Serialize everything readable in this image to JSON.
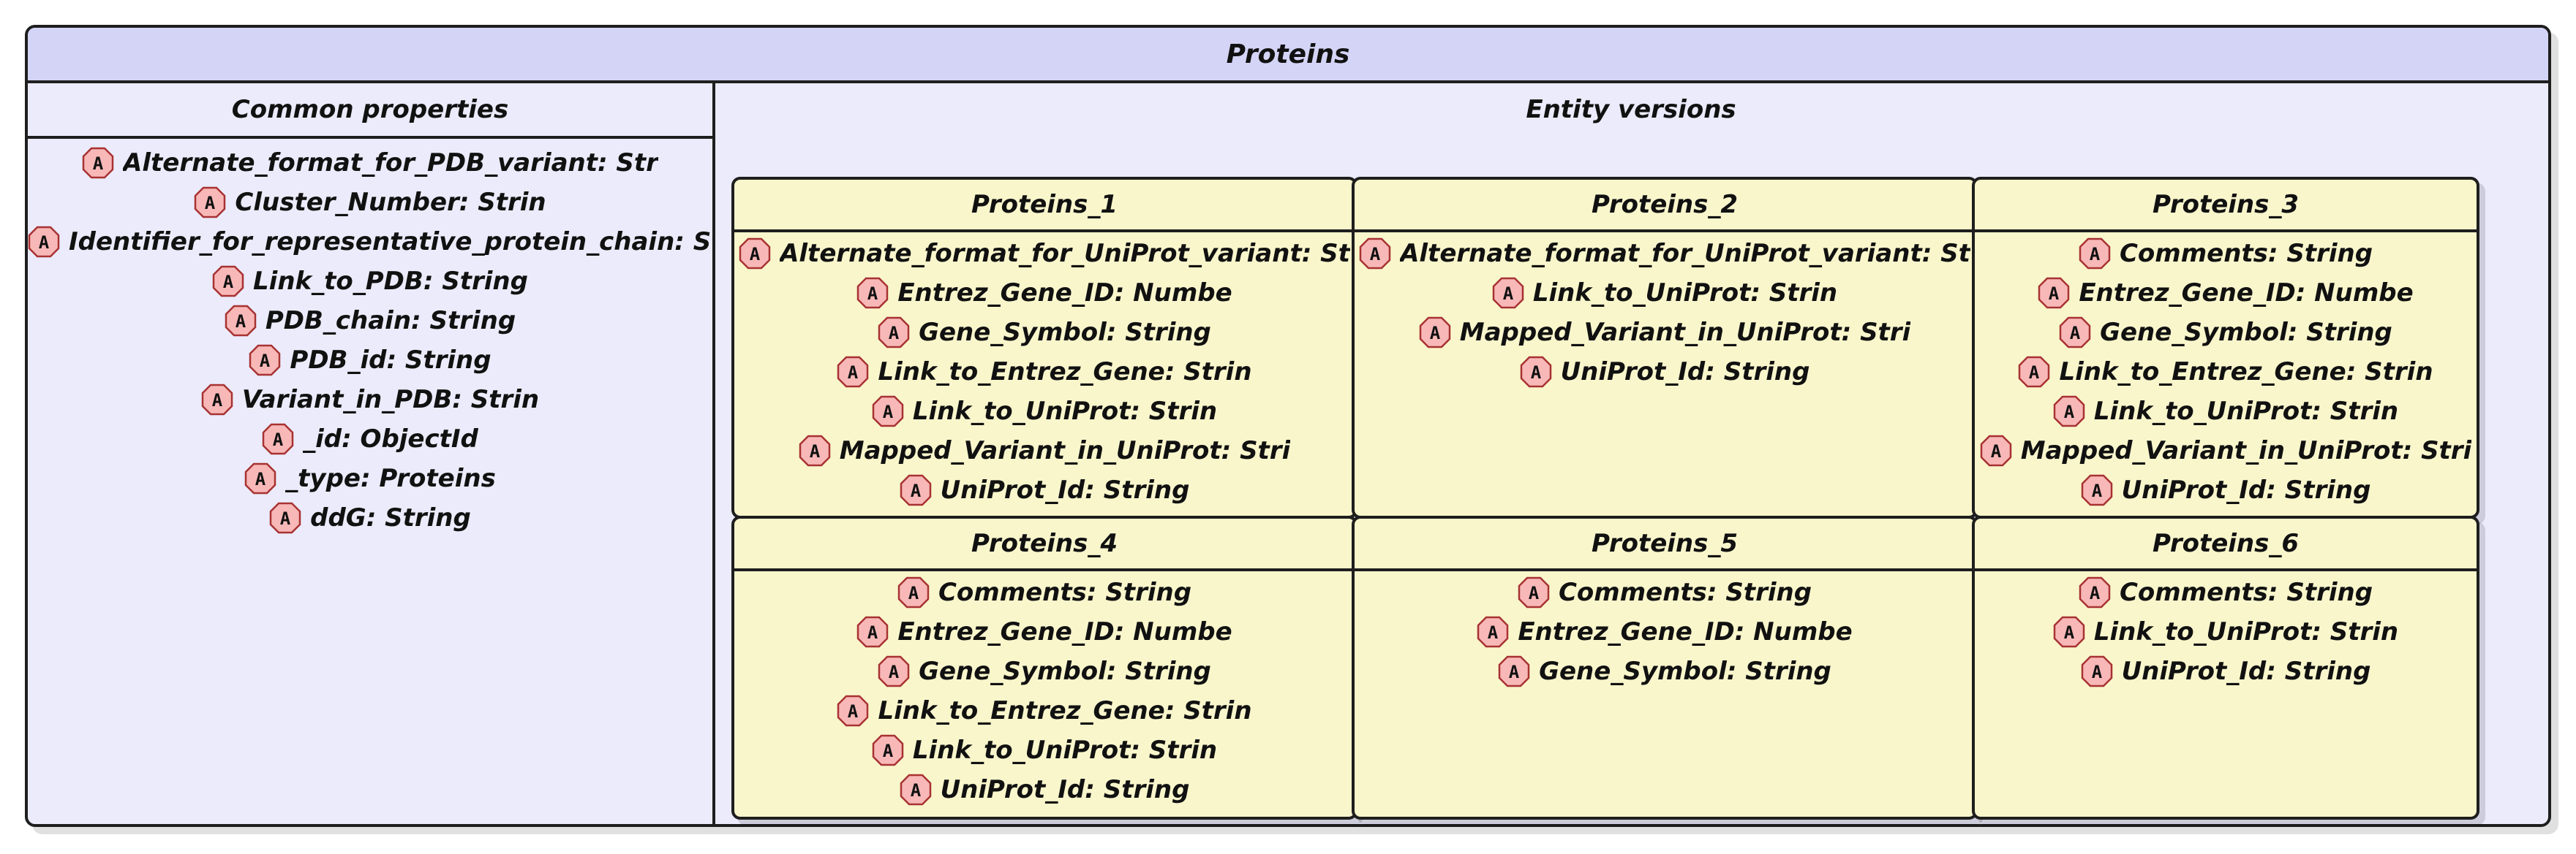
{
  "diagram": {
    "title": "Proteins",
    "common": {
      "title": "Common properties",
      "properties": [
        "Alternate_format_for_PDB_variant: Str",
        "Cluster_Number: Strin",
        "Identifier_for_representative_protein_chain: St",
        "Link_to_PDB: String",
        "PDB_chain: String",
        "PDB_id: String",
        "Variant_in_PDB: Strin",
        "_id: ObjectId",
        "_type: Proteins",
        "ddG: String"
      ]
    },
    "versions": {
      "title": "Entity versions",
      "entities": [
        {
          "title": "Proteins_1",
          "properties": [
            "Alternate_format_for_UniProt_variant: St",
            "Entrez_Gene_ID: Numbe",
            "Gene_Symbol: String",
            "Link_to_Entrez_Gene: Strin",
            "Link_to_UniProt: Strin",
            "Mapped_Variant_in_UniProt: Stri",
            "UniProt_Id: String"
          ]
        },
        {
          "title": "Proteins_2",
          "properties": [
            "Alternate_format_for_UniProt_variant: St",
            "Link_to_UniProt: Strin",
            "Mapped_Variant_in_UniProt: Stri",
            "UniProt_Id: String"
          ]
        },
        {
          "title": "Proteins_3",
          "properties": [
            "Comments: String",
            "Entrez_Gene_ID: Numbe",
            "Gene_Symbol: String",
            "Link_to_Entrez_Gene: Strin",
            "Link_to_UniProt: Strin",
            "Mapped_Variant_in_UniProt: Stri",
            "UniProt_Id: String"
          ]
        },
        {
          "title": "Proteins_4",
          "properties": [
            "Comments: String",
            "Entrez_Gene_ID: Numbe",
            "Gene_Symbol: String",
            "Link_to_Entrez_Gene: Strin",
            "Link_to_UniProt: Strin",
            "UniProt_Id: String"
          ]
        },
        {
          "title": "Proteins_5",
          "properties": [
            "Comments: String",
            "Entrez_Gene_ID: Numbe",
            "Gene_Symbol: String"
          ]
        },
        {
          "title": "Proteins_6",
          "properties": [
            "Comments: String",
            "Link_to_UniProt: Strin",
            "UniProt_Id: String"
          ]
        }
      ]
    },
    "colors": {
      "outer_background": "#ebebfb",
      "header_background": "#d4d4f6",
      "entity_background": "#f9f6cc",
      "attribute_icon_fill": "#f8b8b8"
    },
    "icons": {
      "attribute": "attribute-icon"
    }
  }
}
